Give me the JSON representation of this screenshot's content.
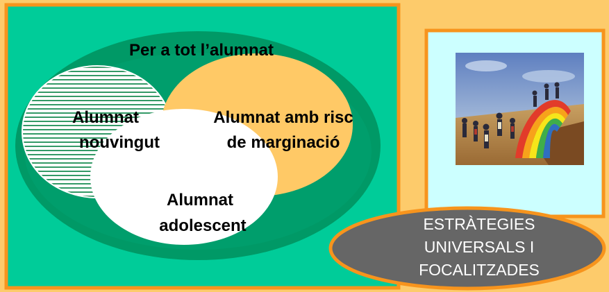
{
  "colors": {
    "background": "#FDCB6B",
    "outer_box": "#00CC99",
    "outer_box_border": "#F7941D",
    "outer_ellipse": "#009966",
    "inner_ring": "#00996A",
    "orange_oval": "#FFC966",
    "white_oval": "#FFFFFF",
    "striped_oval": "#FFFFFF",
    "stripes": "#339966",
    "picture_box": "#CCFFFF",
    "picture_box_border": "#F7941D",
    "badge_fill": "#666666",
    "badge_border": "#F7941D"
  },
  "venn": {
    "outer_label": "Per a tot l’alumnat",
    "newcomers_label_line1": "Alumnat",
    "newcomers_label_line2": "nouvingut",
    "risk_label_line1": "Alumnat amb risc",
    "risk_label_line2": "de marginació",
    "adolescent_label_line1": "Alumnat",
    "adolescent_label_line2": "adolescent"
  },
  "picture": {
    "subject": "painting-people-crossing-rainbow-bridge"
  },
  "badge": {
    "line1": "ESTRÀTEGIES",
    "line2": "UNIVERSALS I",
    "line3": "FOCALITZADES"
  }
}
